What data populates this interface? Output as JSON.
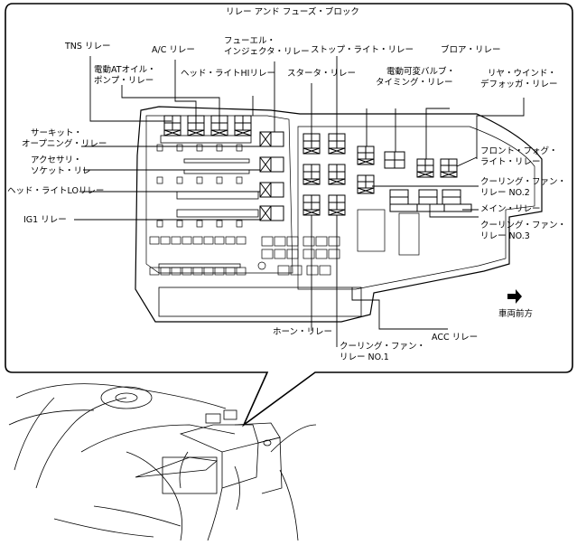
{
  "title": "リレー アンド フューズ・ブロック",
  "labels": {
    "tns_relay": "TNS リレー",
    "ac_relay": "A/C リレー",
    "fuel_injector_relay_l1": "フューエル・",
    "fuel_injector_relay_l2": "インジェクタ・リレー",
    "at_oil_pump_relay_l1": "電動ATオイル・",
    "at_oil_pump_relay_l2": "ポンプ・リレー",
    "headlight_hi_relay": "ヘッド・ライトHIリレー",
    "starter_relay": "スタータ・リレー",
    "stop_light_relay": "ストップ・ライト・リレー",
    "blower_relay": "ブロア・リレー",
    "variable_valve_timing_relay_l1": "電動可変バルブ・",
    "variable_valve_timing_relay_l2": "タイミング・リレー",
    "rear_window_defogger_relay_l1": "リヤ・ウインド・",
    "rear_window_defogger_relay_l2": "デフォッガ・リレー",
    "circuit_opening_relay_l1": "サーキット・",
    "circuit_opening_relay_l2": "オープニング・リレー",
    "accessory_socket_relay_l1": "アクセサリ・",
    "accessory_socket_relay_l2": "ソケット・リレー",
    "headlight_lo_relay": "ヘッド・ライトLOリレー",
    "ig1_relay": "IG1 リレー",
    "front_fog_light_relay_l1": "フロント・フォグ・",
    "front_fog_light_relay_l2": "ライト・リレー",
    "cooling_fan_relay_2_l1": "クーリング・ファン・",
    "cooling_fan_relay_2_l2": "リレー NO.2",
    "main_relay": "メイン・リレー",
    "cooling_fan_relay_3_l1": "クーリング・ファン・",
    "cooling_fan_relay_3_l2": "リレー NO.3",
    "vehicle_front": "車両前方",
    "horn_relay": "ホーン・リレー",
    "acc_relay": "ACC リレー",
    "cooling_fan_relay_1_l1": "クーリング・ファン・",
    "cooling_fan_relay_1_l2": "リレー NO.1"
  },
  "colors": {
    "line": "#000000",
    "background": "#ffffff"
  },
  "icons": {
    "front_arrow": "right-arrow-icon"
  }
}
